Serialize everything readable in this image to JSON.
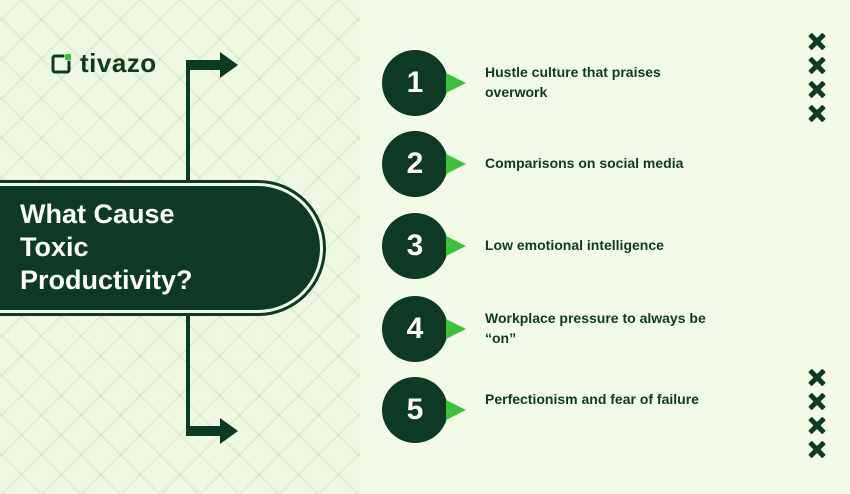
{
  "brand": {
    "name": "tivazo",
    "accent_color": "#3cc23a",
    "dark_color": "#0c3a24"
  },
  "title_lines": [
    "What Cause",
    "Toxic",
    "Productivity?"
  ],
  "items": [
    {
      "number": "1",
      "text": "Hustle culture that praises overwork"
    },
    {
      "number": "2",
      "text": "Comparisons on social media"
    },
    {
      "number": "3",
      "text": "Low emotional intelligence"
    },
    {
      "number": "4",
      "text": "Workplace pressure to always be “on”"
    },
    {
      "number": "5",
      "text": "Perfectionism and fear of failure"
    }
  ],
  "decorations": {
    "icon": "x-mark-icon",
    "groups": 2,
    "count_per_group": 4
  }
}
